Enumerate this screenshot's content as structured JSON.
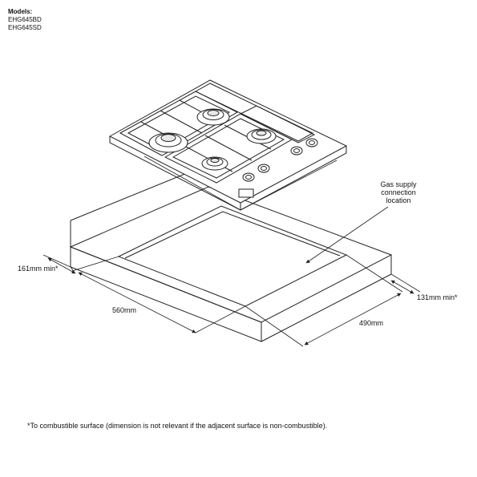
{
  "models": {
    "title": "Models:",
    "items": [
      "EHG645BD",
      "EHG645SD"
    ]
  },
  "callout": {
    "gas_line1": "Gas supply",
    "gas_line2": "connection",
    "gas_line3": "location"
  },
  "dimensions": {
    "left_clearance": "161mm min*",
    "width": "560mm",
    "depth": "490mm",
    "right_clearance": "131mm min*"
  },
  "footnote": "*To combustible surface (dimension is not relevant if the adjacent surface is non-combustible).",
  "colors": {
    "line": "#222222",
    "background": "#ffffff"
  }
}
